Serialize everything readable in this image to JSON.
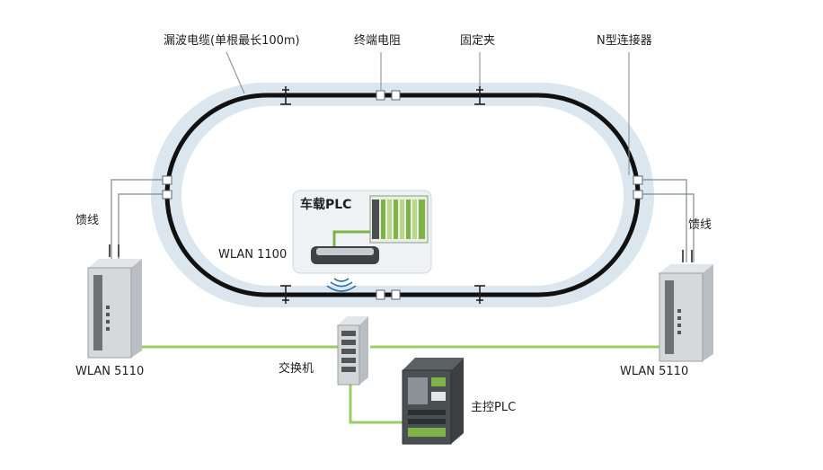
{
  "labels": {
    "leaky_cable": "漏波电缆(单根最长100m)",
    "terminal_resistor": "终端电阻",
    "fixing_clip": "固定夹",
    "n_connector": "N型连接器",
    "feeder_left": "馈线",
    "feeder_right": "馈线",
    "vehicle_plc": "车载PLC",
    "wlan_1100": "WLAN 1100",
    "wlan_5110_left": "WLAN 5110",
    "wlan_5110_right": "WLAN 5110",
    "switch": "交换机",
    "master_plc": "主控PLC"
  },
  "colors": {
    "track_halo": "#dbe6ee",
    "cable": "#111111",
    "ethernet": "#9ccc65",
    "leader": "#7f8a93",
    "vehicle_panel": "#eef2f5",
    "device_body": "#c9cdd1",
    "device_face": "#6d7276",
    "plc_green": "#7fb24a"
  }
}
